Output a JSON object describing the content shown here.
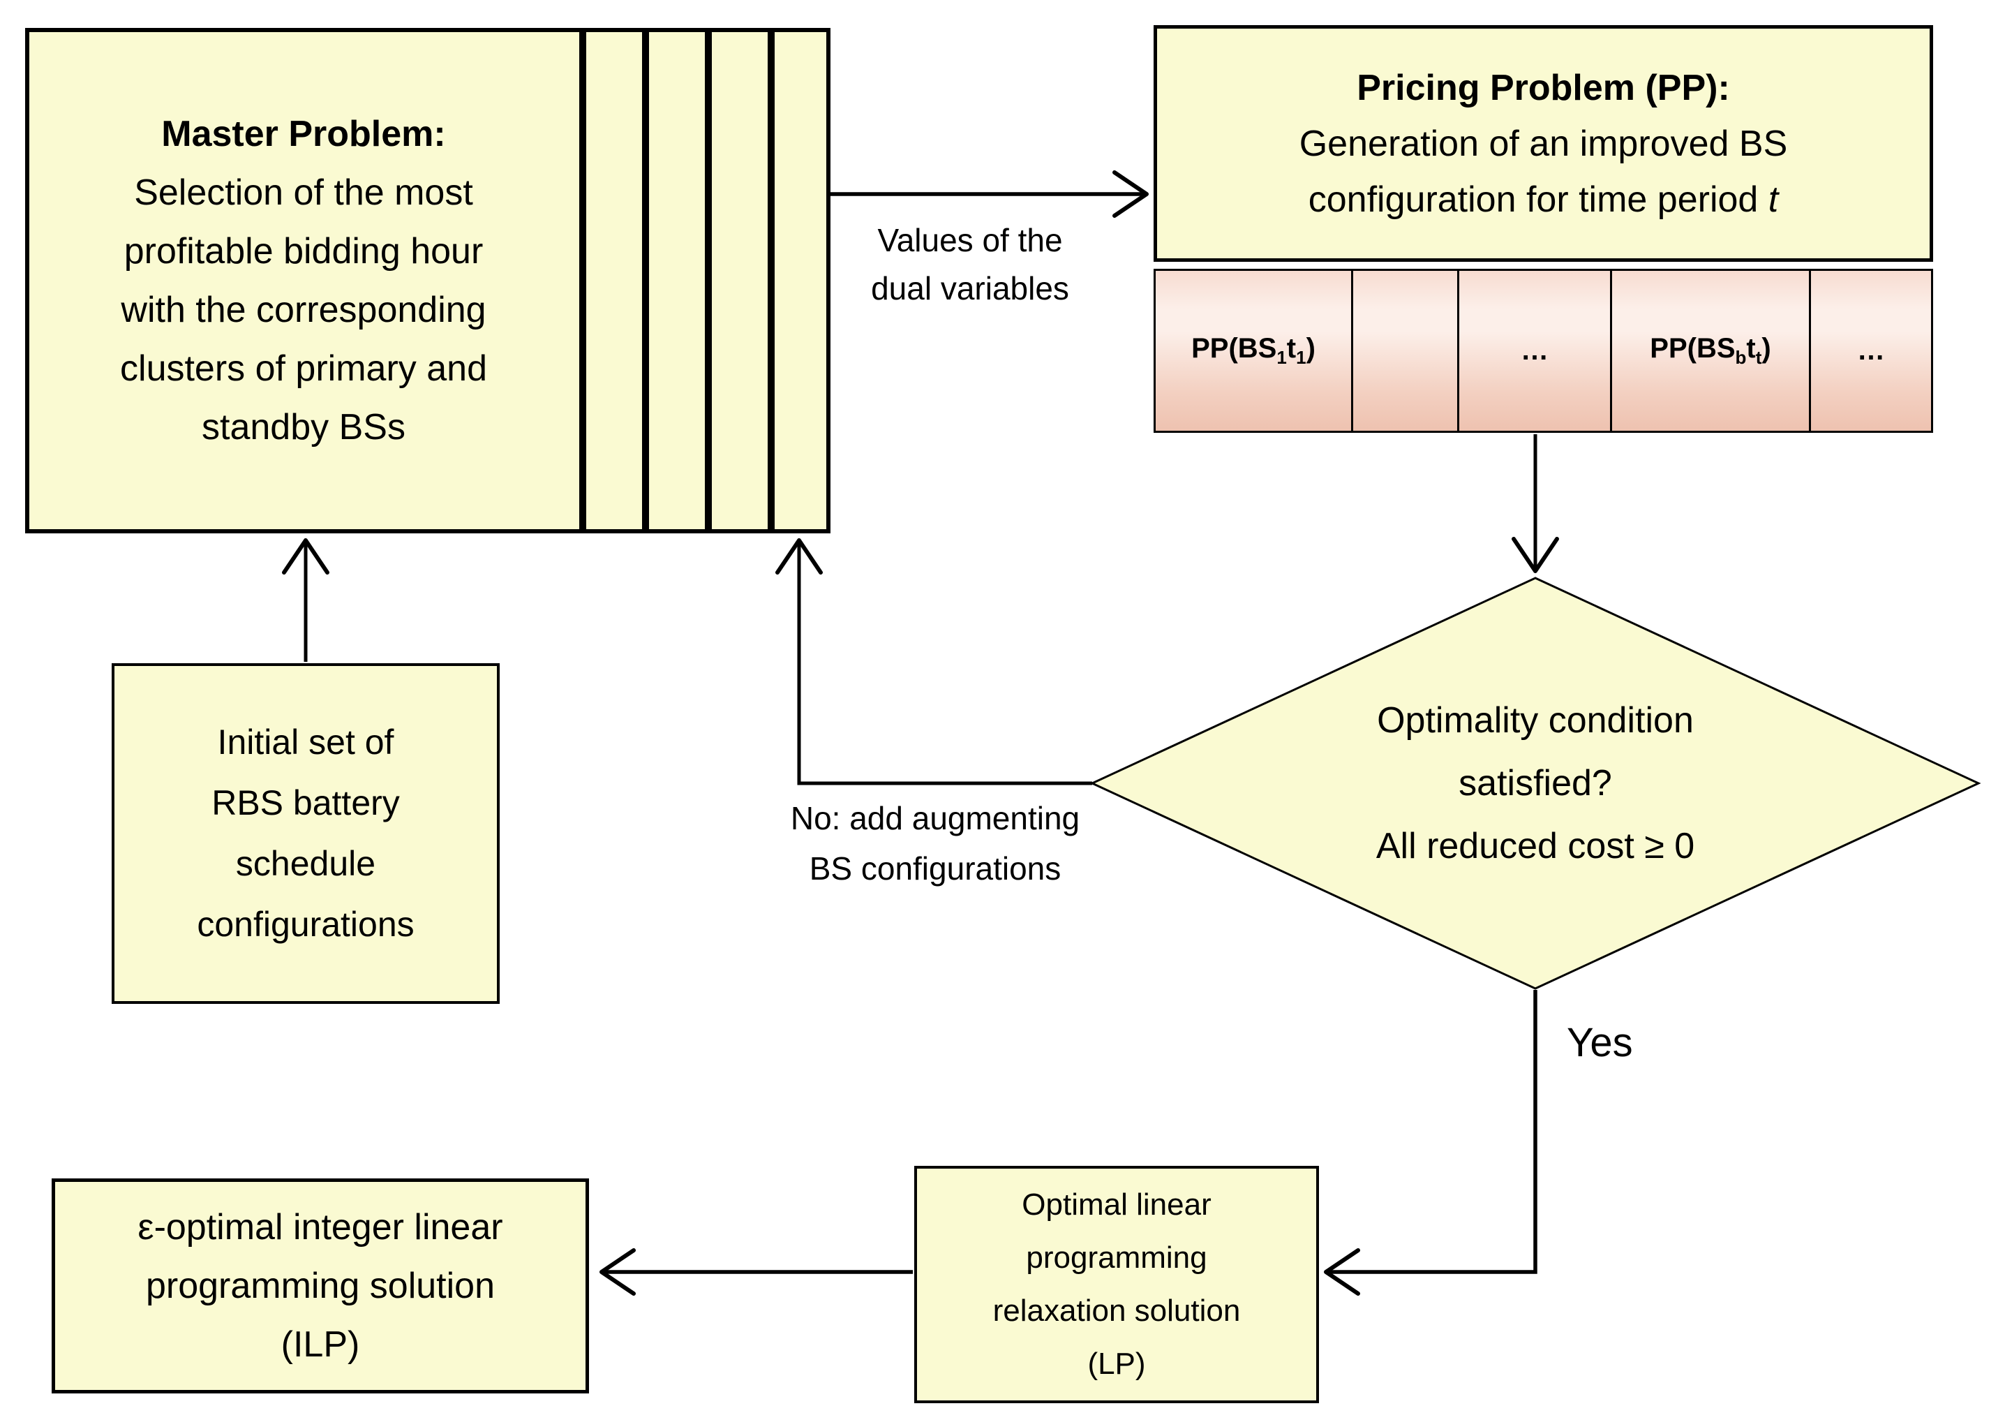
{
  "colors": {
    "background": "#ffffff",
    "shape_fill": "#fafad2",
    "shape_border": "#000000",
    "text": "#000000",
    "pp_cell_gradient_top": "#f7dcd1",
    "pp_cell_gradient_light": "#fcefe9",
    "pp_cell_gradient_mid": "#f3d0c1",
    "pp_cell_gradient_bottom": "#eec2b0"
  },
  "master_box": {
    "title": "Master Problem:",
    "lines": [
      "Selection of the most",
      "profitable bidding hour",
      "with the corresponding",
      "clusters of primary and",
      "standby BSs"
    ]
  },
  "pricing_box": {
    "title": "Pricing Problem (PP):",
    "line1": "Generation of an improved BS",
    "line2_text": "configuration for time period ",
    "line2_var": "t"
  },
  "pp_row": {
    "cell1": {
      "p1": "PP(BS",
      "s1": "1",
      "p2": "t",
      "s2": "1",
      "p3": ")"
    },
    "cell2": "",
    "cell3": "…",
    "cell4": {
      "p1": "PP(BS",
      "s1": "b",
      "p2": "t",
      "s2": "t",
      "p3": ")"
    },
    "cell5": "…"
  },
  "decision": {
    "line1": "Optimality condition",
    "line2": "satisfied?",
    "line3": "All reduced cost ≥ 0"
  },
  "initial_box": {
    "lines": [
      "Initial set of",
      "RBS battery",
      "schedule",
      "configurations"
    ]
  },
  "lp_box": {
    "lines": [
      "Optimal linear",
      "programming",
      "relaxation solution",
      "(LP)"
    ]
  },
  "ilp_box": {
    "lines": [
      "ε-optimal integer linear",
      "programming solution",
      "(ILP)"
    ]
  },
  "labels": {
    "dual_values_line1": "Values of the",
    "dual_values_line2": "dual variables",
    "no_line1": "No: add augmenting",
    "no_line2": "BS configurations",
    "yes": "Yes"
  }
}
